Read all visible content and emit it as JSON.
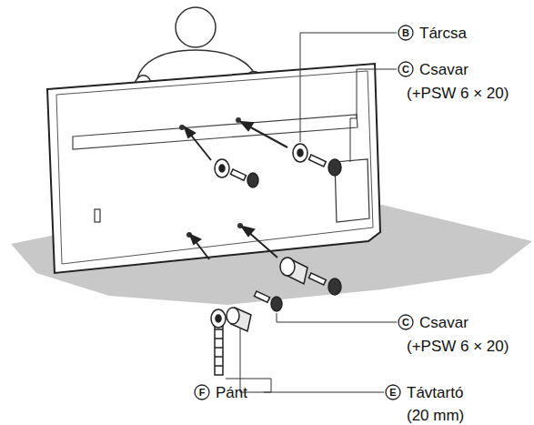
{
  "diagram": {
    "labels": [
      "B",
      "Tárcsa",
      "C",
      "Csavar",
      "(+PSW 6 × 20)",
      "C",
      "Csavar",
      "(+PSW 6 × 20)",
      "F",
      "Pánt",
      "E",
      "Távtartó",
      "(20 mm)"
    ]
  }
}
